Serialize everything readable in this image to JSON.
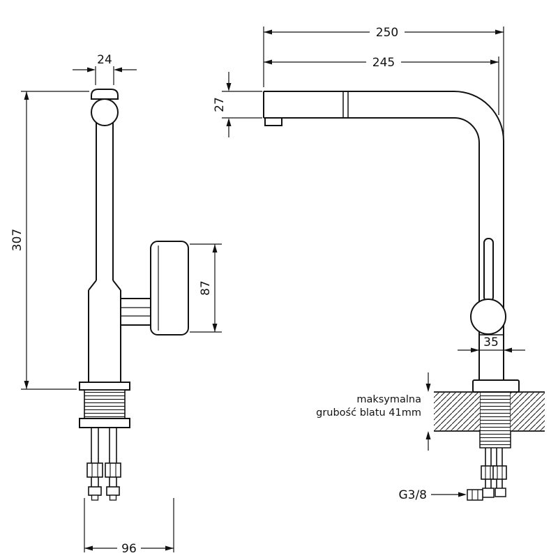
{
  "drawing": {
    "front_view": {
      "dim_spout_width": "24",
      "dim_total_height": "307",
      "dim_body_height": "87",
      "dim_base_depth": "96"
    },
    "side_view": {
      "dim_total_depth": "250",
      "dim_spout_reach": "245",
      "dim_spout_head_height": "27",
      "dim_pipe_width": "35",
      "countertop_note_line1": "maksymalna",
      "countertop_note_line2": "grubość blatu 41mm",
      "thread_size_label": "G3/8"
    }
  }
}
